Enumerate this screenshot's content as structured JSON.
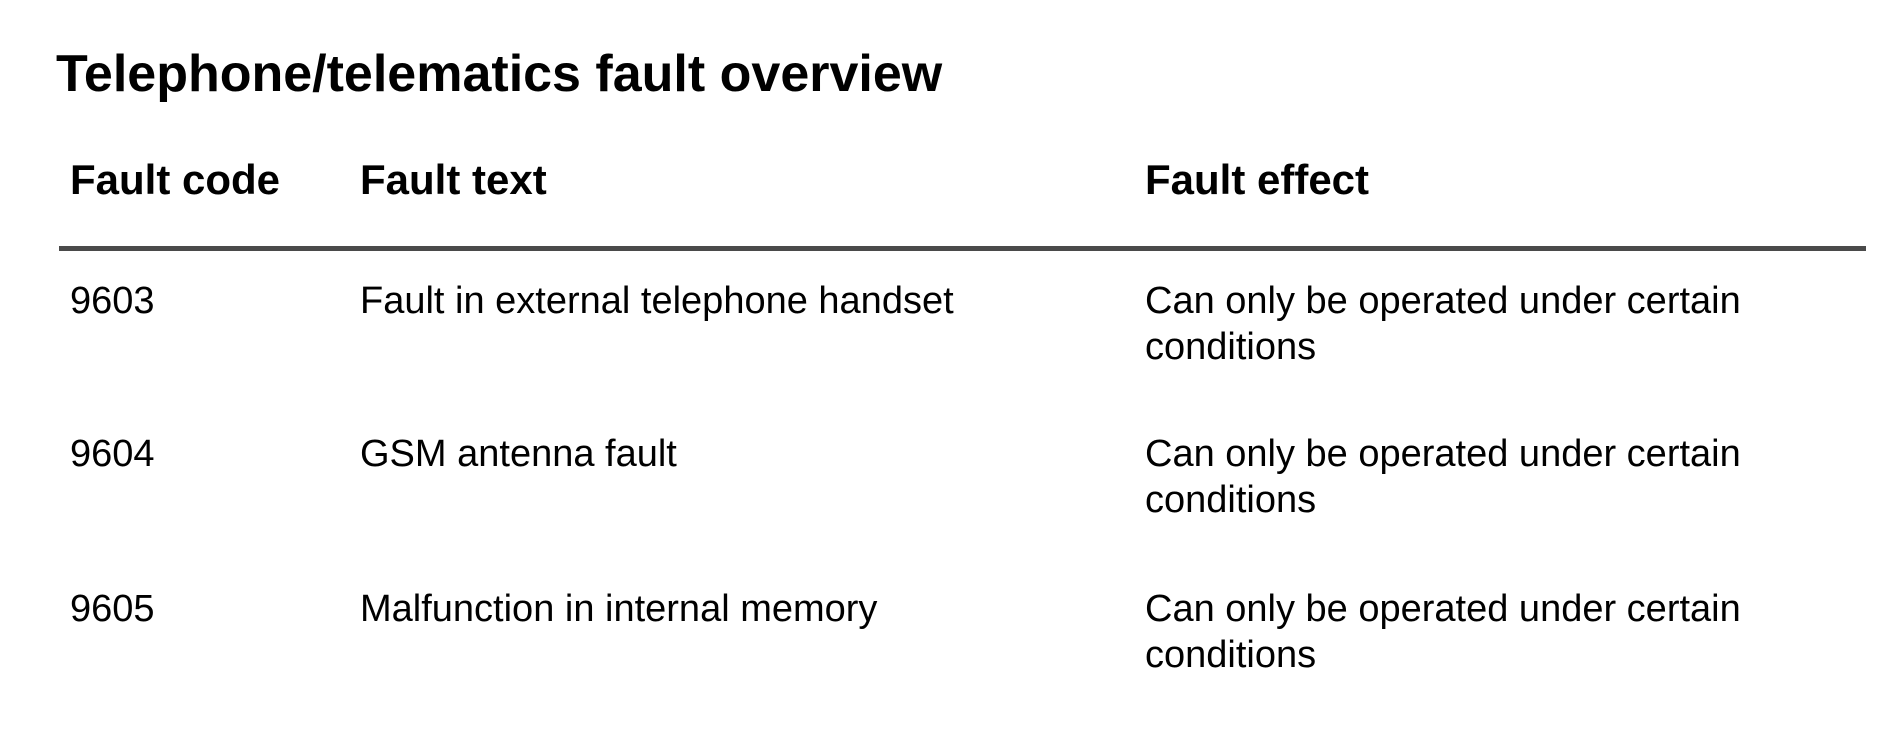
{
  "document": {
    "title": "Telephone/telematics fault overview",
    "text_color": "#000000",
    "divider_color": "#4a4a4a",
    "table": {
      "headers": {
        "fault_code": "Fault code",
        "fault_text": "Fault text",
        "fault_effect": "Fault effect"
      },
      "rows": [
        {
          "code": "9603",
          "text": "Fault in external telephone handset",
          "effect": "Can only be operated under certain conditions"
        },
        {
          "code": "9604",
          "text": "GSM antenna fault",
          "effect": "Can only be operated under certain conditions"
        },
        {
          "code": "9605",
          "text": "Malfunction in internal memory",
          "effect": "Can only be operated under certain conditions"
        }
      ]
    }
  }
}
